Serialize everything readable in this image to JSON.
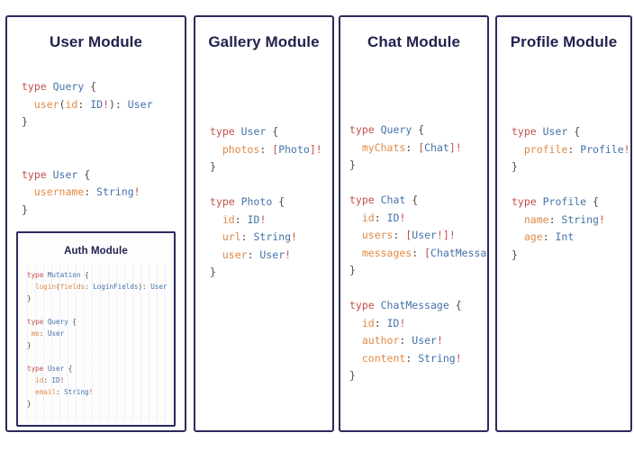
{
  "diagram": {
    "type": "graphql-schema-module-panels",
    "panel_border_color": "#2b2b5e",
    "title_color": "#22224f",
    "background_color": "#ffffff",
    "syntax_colors": {
      "keyword": "#c0504d",
      "type_name": "#4472a8",
      "field_name": "#e08a45",
      "punctuation": "#4a4a4a",
      "non_null": "#c0504d"
    }
  },
  "modules": {
    "user": {
      "title": "User Module",
      "code_lines": [
        [
          {
            "t": "kw",
            "s": "type "
          },
          {
            "t": "type",
            "s": "Query"
          },
          {
            "t": "pun",
            "s": " {"
          }
        ],
        [
          {
            "t": "pun",
            "s": "  "
          },
          {
            "t": "fld",
            "s": "user"
          },
          {
            "t": "pun",
            "s": "("
          },
          {
            "t": "fld",
            "s": "id"
          },
          {
            "t": "pun",
            "s": ": "
          },
          {
            "t": "type",
            "s": "ID"
          },
          {
            "t": "bang",
            "s": "!"
          },
          {
            "t": "pun",
            "s": "): "
          },
          {
            "t": "type",
            "s": "User"
          }
        ],
        [
          {
            "t": "pun",
            "s": "}"
          }
        ],
        [],
        [],
        [
          {
            "t": "kw",
            "s": "type "
          },
          {
            "t": "type",
            "s": "User"
          },
          {
            "t": "pun",
            "s": " {"
          }
        ],
        [
          {
            "t": "pun",
            "s": "  "
          },
          {
            "t": "fld",
            "s": "username"
          },
          {
            "t": "pun",
            "s": ": "
          },
          {
            "t": "type",
            "s": "String"
          },
          {
            "t": "bang",
            "s": "!"
          }
        ],
        [
          {
            "t": "pun",
            "s": "}"
          }
        ]
      ],
      "nested": {
        "auth": {
          "title": "Auth Module",
          "code_lines": [
            [
              {
                "t": "kw",
                "s": "type "
              },
              {
                "t": "type",
                "s": "Mutation"
              },
              {
                "t": "pun",
                "s": " {"
              }
            ],
            [
              {
                "t": "pun",
                "s": "  "
              },
              {
                "t": "fld",
                "s": "login"
              },
              {
                "t": "pun",
                "s": "("
              },
              {
                "t": "fld",
                "s": "fields"
              },
              {
                "t": "pun",
                "s": ": "
              },
              {
                "t": "type",
                "s": "LoginFields"
              },
              {
                "t": "pun",
                "s": "): "
              },
              {
                "t": "type",
                "s": "User"
              }
            ],
            [
              {
                "t": "pun",
                "s": "}"
              }
            ],
            [],
            [
              {
                "t": "kw",
                "s": "type "
              },
              {
                "t": "type",
                "s": "Query"
              },
              {
                "t": "pun",
                "s": " {"
              }
            ],
            [
              {
                "t": "pun",
                "s": " "
              },
              {
                "t": "fld",
                "s": "me"
              },
              {
                "t": "pun",
                "s": ": "
              },
              {
                "t": "type",
                "s": "User"
              }
            ],
            [
              {
                "t": "pun",
                "s": "}"
              }
            ],
            [],
            [
              {
                "t": "kw",
                "s": "type "
              },
              {
                "t": "type",
                "s": "User"
              },
              {
                "t": "pun",
                "s": " {"
              }
            ],
            [
              {
                "t": "pun",
                "s": "  "
              },
              {
                "t": "fld",
                "s": "id"
              },
              {
                "t": "pun",
                "s": ": "
              },
              {
                "t": "type",
                "s": "ID"
              },
              {
                "t": "bang",
                "s": "!"
              }
            ],
            [
              {
                "t": "pun",
                "s": "  "
              },
              {
                "t": "fld",
                "s": "email"
              },
              {
                "t": "pun",
                "s": ": "
              },
              {
                "t": "type",
                "s": "String"
              },
              {
                "t": "bang",
                "s": "!"
              }
            ],
            [
              {
                "t": "pun",
                "s": "}"
              }
            ]
          ]
        }
      }
    },
    "gallery": {
      "title": "Gallery Module",
      "code_lines": [
        [
          {
            "t": "kw",
            "s": "type "
          },
          {
            "t": "type",
            "s": "User"
          },
          {
            "t": "pun",
            "s": " {"
          }
        ],
        [
          {
            "t": "pun",
            "s": "  "
          },
          {
            "t": "fld",
            "s": "photos"
          },
          {
            "t": "pun",
            "s": ": "
          },
          {
            "t": "bang",
            "s": "["
          },
          {
            "t": "type",
            "s": "Photo"
          },
          {
            "t": "bang",
            "s": "]!"
          }
        ],
        [
          {
            "t": "pun",
            "s": "}"
          }
        ],
        [],
        [
          {
            "t": "kw",
            "s": "type "
          },
          {
            "t": "type",
            "s": "Photo"
          },
          {
            "t": "pun",
            "s": " {"
          }
        ],
        [
          {
            "t": "pun",
            "s": "  "
          },
          {
            "t": "fld",
            "s": "id"
          },
          {
            "t": "pun",
            "s": ": "
          },
          {
            "t": "type",
            "s": "ID"
          },
          {
            "t": "bang",
            "s": "!"
          }
        ],
        [
          {
            "t": "pun",
            "s": "  "
          },
          {
            "t": "fld",
            "s": "url"
          },
          {
            "t": "pun",
            "s": ": "
          },
          {
            "t": "type",
            "s": "String"
          },
          {
            "t": "bang",
            "s": "!"
          }
        ],
        [
          {
            "t": "pun",
            "s": "  "
          },
          {
            "t": "fld",
            "s": "user"
          },
          {
            "t": "pun",
            "s": ": "
          },
          {
            "t": "type",
            "s": "User"
          },
          {
            "t": "bang",
            "s": "!"
          }
        ],
        [
          {
            "t": "pun",
            "s": "}"
          }
        ]
      ]
    },
    "chat": {
      "title": "Chat Module",
      "code_lines": [
        [
          {
            "t": "kw",
            "s": "type "
          },
          {
            "t": "type",
            "s": "Query"
          },
          {
            "t": "pun",
            "s": " {"
          }
        ],
        [
          {
            "t": "pun",
            "s": "  "
          },
          {
            "t": "fld",
            "s": "myChats"
          },
          {
            "t": "pun",
            "s": ": "
          },
          {
            "t": "bang",
            "s": "["
          },
          {
            "t": "type",
            "s": "Chat"
          },
          {
            "t": "bang",
            "s": "]!"
          }
        ],
        [
          {
            "t": "pun",
            "s": "}"
          }
        ],
        [],
        [
          {
            "t": "kw",
            "s": "type "
          },
          {
            "t": "type",
            "s": "Chat"
          },
          {
            "t": "pun",
            "s": " {"
          }
        ],
        [
          {
            "t": "pun",
            "s": "  "
          },
          {
            "t": "fld",
            "s": "id"
          },
          {
            "t": "pun",
            "s": ": "
          },
          {
            "t": "type",
            "s": "ID"
          },
          {
            "t": "bang",
            "s": "!"
          }
        ],
        [
          {
            "t": "pun",
            "s": "  "
          },
          {
            "t": "fld",
            "s": "users"
          },
          {
            "t": "pun",
            "s": ": "
          },
          {
            "t": "bang",
            "s": "["
          },
          {
            "t": "type",
            "s": "User"
          },
          {
            "t": "bang",
            "s": "!]!"
          }
        ],
        [
          {
            "t": "pun",
            "s": "  "
          },
          {
            "t": "fld",
            "s": "messages"
          },
          {
            "t": "pun",
            "s": ": "
          },
          {
            "t": "bang",
            "s": "["
          },
          {
            "t": "type",
            "s": "ChatMessage"
          },
          {
            "t": "bang",
            "s": "]!"
          }
        ],
        [
          {
            "t": "pun",
            "s": "}"
          }
        ],
        [],
        [
          {
            "t": "kw",
            "s": "type "
          },
          {
            "t": "type",
            "s": "ChatMessage"
          },
          {
            "t": "pun",
            "s": " {"
          }
        ],
        [
          {
            "t": "pun",
            "s": "  "
          },
          {
            "t": "fld",
            "s": "id"
          },
          {
            "t": "pun",
            "s": ": "
          },
          {
            "t": "type",
            "s": "ID"
          },
          {
            "t": "bang",
            "s": "!"
          }
        ],
        [
          {
            "t": "pun",
            "s": "  "
          },
          {
            "t": "fld",
            "s": "author"
          },
          {
            "t": "pun",
            "s": ": "
          },
          {
            "t": "type",
            "s": "User"
          },
          {
            "t": "bang",
            "s": "!"
          }
        ],
        [
          {
            "t": "pun",
            "s": "  "
          },
          {
            "t": "fld",
            "s": "content"
          },
          {
            "t": "pun",
            "s": ": "
          },
          {
            "t": "type",
            "s": "String"
          },
          {
            "t": "bang",
            "s": "!"
          }
        ],
        [
          {
            "t": "pun",
            "s": "}"
          }
        ]
      ]
    },
    "profile": {
      "title": "Profile Module",
      "code_lines": [
        [
          {
            "t": "kw",
            "s": "type "
          },
          {
            "t": "type",
            "s": "User"
          },
          {
            "t": "pun",
            "s": " {"
          }
        ],
        [
          {
            "t": "pun",
            "s": "  "
          },
          {
            "t": "fld",
            "s": "profile"
          },
          {
            "t": "pun",
            "s": ": "
          },
          {
            "t": "type",
            "s": "Profile"
          },
          {
            "t": "bang",
            "s": "!"
          }
        ],
        [
          {
            "t": "pun",
            "s": "}"
          }
        ],
        [],
        [
          {
            "t": "kw",
            "s": "type "
          },
          {
            "t": "type",
            "s": "Profile"
          },
          {
            "t": "pun",
            "s": " {"
          }
        ],
        [
          {
            "t": "pun",
            "s": "  "
          },
          {
            "t": "fld",
            "s": "name"
          },
          {
            "t": "pun",
            "s": ": "
          },
          {
            "t": "type",
            "s": "String"
          },
          {
            "t": "bang",
            "s": "!"
          }
        ],
        [
          {
            "t": "pun",
            "s": "  "
          },
          {
            "t": "fld",
            "s": "age"
          },
          {
            "t": "pun",
            "s": ": "
          },
          {
            "t": "type",
            "s": "Int"
          }
        ],
        [
          {
            "t": "pun",
            "s": "}"
          }
        ]
      ]
    }
  }
}
